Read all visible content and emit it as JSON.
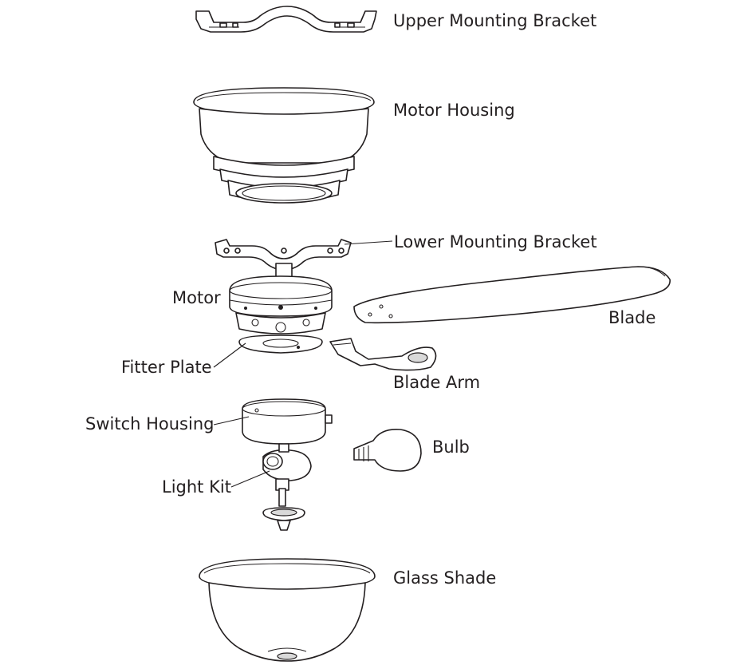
{
  "labels": {
    "upper_mounting_bracket": "Upper Mounting Bracket",
    "motor_housing": "Motor Housing",
    "lower_mounting_bracket": "Lower Mounting Bracket",
    "motor": "Motor",
    "blade": "Blade",
    "fitter_plate": "Fitter Plate",
    "blade_arm": "Blade Arm",
    "switch_housing": "Switch Housing",
    "bulb": "Bulb",
    "light_kit": "Light Kit",
    "glass_shade": "Glass Shade"
  },
  "colors": {
    "line": "#231f20",
    "fill": "#ffffff",
    "shade": "#d9d9d9"
  }
}
